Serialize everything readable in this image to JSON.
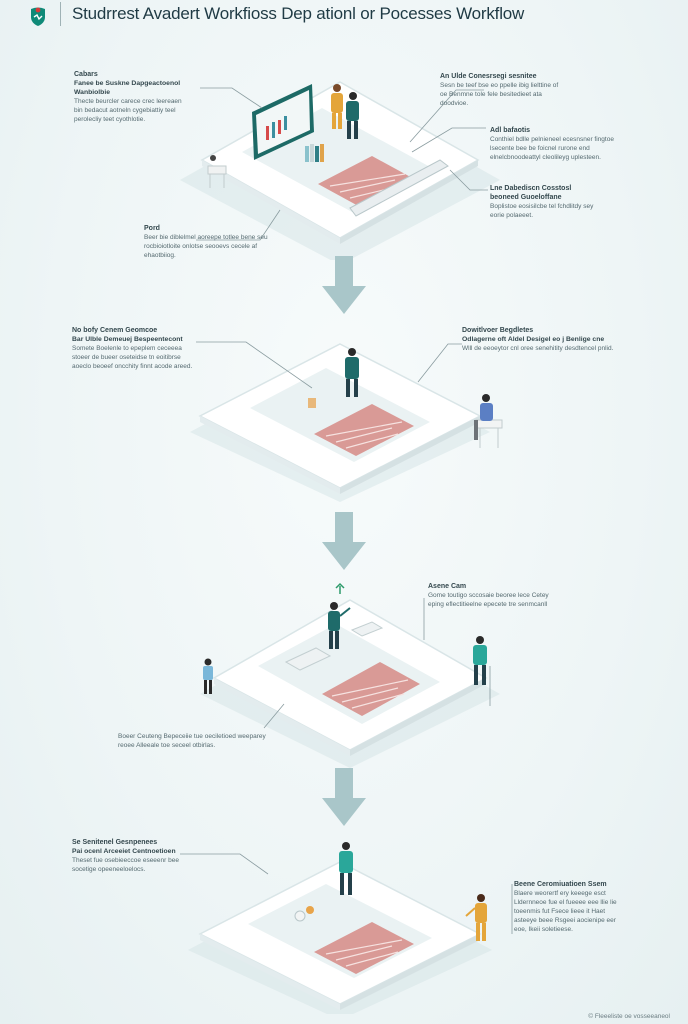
{
  "header": {
    "title": "Studrrest Avadert Workfioss Dep ationl or Pocesses Workflow"
  },
  "stages": [
    {
      "notes": {
        "n1_heading": "Cabars",
        "n1_sub": "Fanee be Suskne Dapgeactoenol Wanbiolbie",
        "n1_text": "Thecte beurcler carece crec leereaen bin bedacut aotneln cygebiattiy teel perolecliy teet cyothlotie.",
        "n2_heading": "Pord",
        "n2_text": "Beer bie diblelmel aoreepe totlee bene seu rocbioiotloite onlotse seooevs cecele af ehaotbiiog.",
        "n3_heading": "An Ulde Conesrsegi sesnitee",
        "n3_text": "Sesn be teef bse eo ppelle ibig lielttine of oe Benmne tole fele besitedieet ata doodvioe.",
        "n4_heading": "Adl bafaotis",
        "n4_text": "Conthiel bdlle pelnieneel ecesnsner fingtoe lsecente bee be foicnel rurone end elnelcbnoodeattyl cleolileyg uplesteen.",
        "n5_heading": "Lne Dabediscn Cosstosl beoneed Guoeloffane",
        "n5_text": "Boplistoe eosisilcbe tel fchdlitdy sey eorie polaeeet."
      }
    },
    {
      "notes": {
        "n1_heading": "No bofy Cenem Geomcoe",
        "n1_sub": "Bar Ulble Demeuej Bespeentecont",
        "n1_text": "Somete Boelenle to epeplem ceceeea stoeer de bueer oseteidse tn eoitibrse aoeclo beoeef oncchity finnt acode areed.",
        "n2_heading": "Dowitlvoer Begdletes",
        "n2_sub": "Odlagerne oft Aldel Desigel eo j Benlige cne",
        "n2_text": "Wlll de eeoeytor cnl oree senehitity desdtencel pnlid."
      }
    },
    {
      "notes": {
        "n1_heading": "Asene Cam",
        "n1_text": "Gome toutigo sccosaie beoree lece Cetey eping eflectitieelne epecete tre senmcanll",
        "n2_text": "Boeer Ceuteng Bepeceiie tue oeciletioed weeparey reoee Alleeale toe seceel otbirlas."
      }
    },
    {
      "notes": {
        "n1_heading": "Se Senitenel Gesnpenees",
        "n1_sub": "Pai ocenl Arceeiet Centnoetioen",
        "n1_text": "Theset fue osebieeccoe eseeenr bee socetige opeeneeloelocs.",
        "n2_heading": "Beene Ceromiuatioen Ssem",
        "n2_text": "Blaere weorertf ery keeege esct Lldernneoe fue el fueeee eee llie lie toeenmis fut Fsece lieee it Haet asteeye beee Rsgeei aocienipe eer eoe, Ikeii soletieese."
      }
    }
  ],
  "footer": {
    "text": "© Fleeeliste oe vosseeaneol"
  }
}
